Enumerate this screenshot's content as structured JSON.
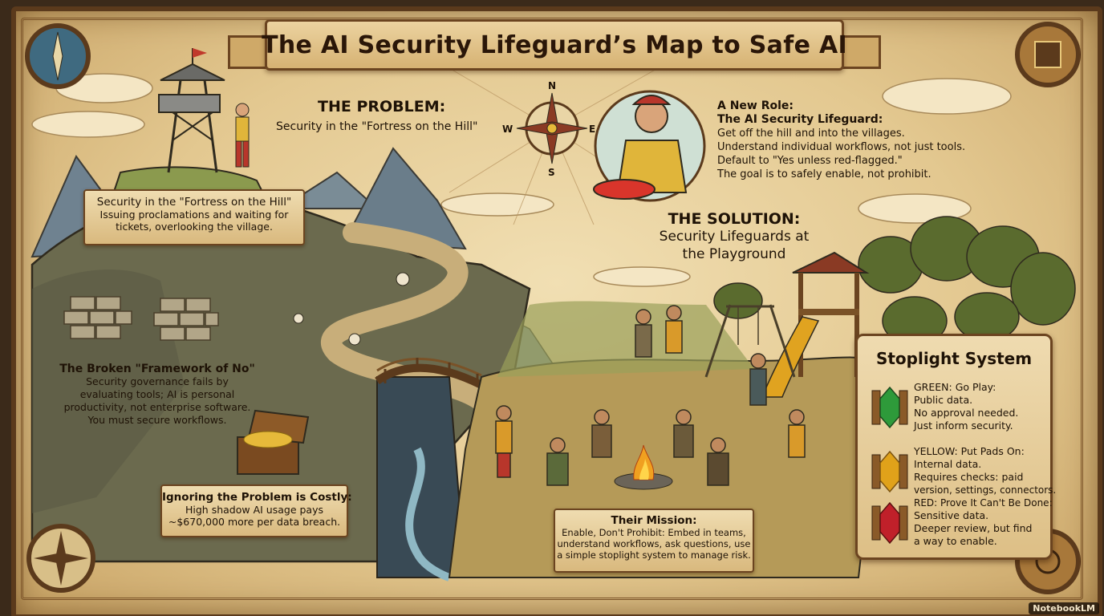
{
  "title": "The AI Security Lifeguard’s Map to Safe AI",
  "compass": {
    "n": "N",
    "e": "E",
    "s": "S",
    "w": "W"
  },
  "problem": {
    "heading": "THE PROBLEM:",
    "subheading": "Security in the \"Fortress on the Hill\""
  },
  "fortress_note": {
    "title": "Security in the \"Fortress on the Hill\"",
    "line1": "Issuing proclamations and waiting for",
    "line2": "tickets, overlooking the village."
  },
  "new_role": {
    "line1": "A New Role:",
    "line2": "The AI Security Lifeguard:",
    "line3": "Get off the hill and into the villages.",
    "line4": "Understand individual workflows, not just tools.",
    "line5": "Default to \"Yes unless red-flagged.\"",
    "line6": "The goal is to safely enable, not prohibit."
  },
  "solution": {
    "heading": "THE SOLUTION:",
    "line1": "Security Lifeguards at",
    "line2": "the Playground"
  },
  "broken_framework": {
    "title": "The Broken \"Framework of No\"",
    "line1": "Security governance fails by",
    "line2": "evaluating tools; AI is personal",
    "line3": "productivity, not enterprise software.",
    "line4": "You must secure workflows."
  },
  "costly": {
    "title": "Ignoring the Problem is Costly:",
    "line1": "High shadow AI usage pays",
    "line2": "~$670,000 more per data breach."
  },
  "mission": {
    "title": "Their Mission:",
    "line1": "Enable, Don't Prohibit: Embed in teams,",
    "line2": "understand workflows, ask questions, use",
    "line3": "a simple stoplight system to manage risk."
  },
  "stoplight": {
    "title": "Stoplight System",
    "green": {
      "color": "#2e9a3a",
      "line1": "GREEN: Go Play:",
      "line2": "Public data.",
      "line3": "No approval needed.",
      "line4": "Just inform security."
    },
    "yellow": {
      "color": "#e0a21a",
      "line1": "YELLOW: Put Pads On:",
      "line2": "Internal data.",
      "line3": "Requires checks: paid",
      "line4": "version, settings, connectors."
    },
    "red": {
      "color": "#c0202a",
      "line1": "RED: Prove It Can't Be Done:",
      "line2": "Sensitive data.",
      "line3": "Deeper review, but find",
      "line4": "a way to enable."
    }
  },
  "watermark": "NotebookLM"
}
